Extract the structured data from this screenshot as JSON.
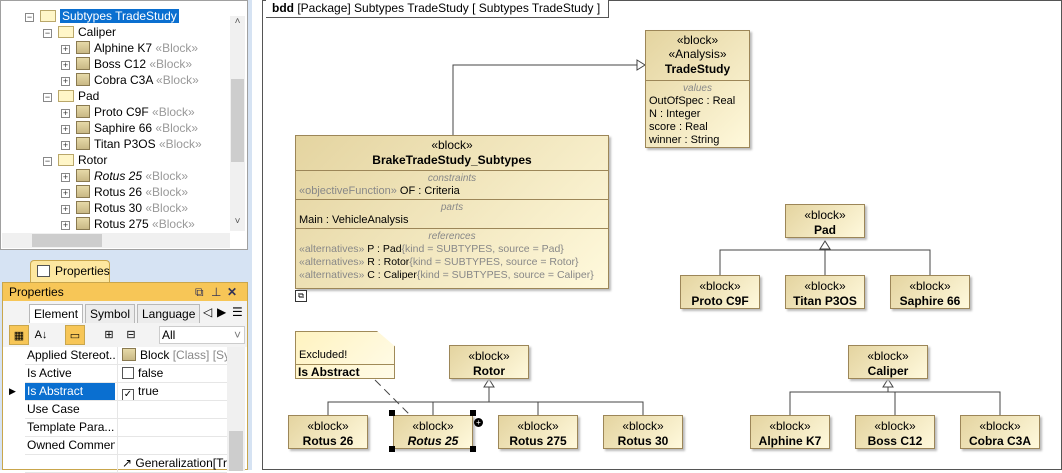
{
  "tree": {
    "root": "Subtypes TradeStudy",
    "groups": [
      {
        "name": "Caliper",
        "items": [
          "Alphine K7",
          "Boss C12",
          "Cobra C3A"
        ]
      },
      {
        "name": "Pad",
        "items": [
          "Proto C9F",
          "Saphire 66",
          "Titan P3OS"
        ]
      },
      {
        "name": "Rotor",
        "items": [
          "Rotus 25",
          "Rotus 26",
          "Rotus 30",
          "Rotus 275"
        ]
      }
    ],
    "stereotype": "«Block»"
  },
  "properties": {
    "tab_label": "Properties",
    "title": "Properties",
    "tabs": [
      "Element",
      "Symbol",
      "Language"
    ],
    "filter": "All",
    "rows": [
      {
        "key": "Applied Stereot...",
        "value": "Block",
        "extra": "[Class] [Sys"
      },
      {
        "key": "Is Active",
        "value": "false"
      },
      {
        "key": "Is Abstract",
        "value": "true"
      },
      {
        "key": "Use Case",
        "value": ""
      },
      {
        "key": "Template Para...",
        "value": ""
      },
      {
        "key": "Owned Comment",
        "value": ""
      },
      {
        "key": "",
        "value": "Generalization[Tra"
      }
    ]
  },
  "diagram": {
    "header": "bdd [Package] Subtypes TradeStudy [ Subtypes TradeStudy ]",
    "block_st": "«block»",
    "tradestudy": {
      "st2": "«Analysis»",
      "name": "TradeStudy",
      "comp": "values",
      "values": [
        "OutOfSpec : Real",
        "N : Integer",
        "score : Real",
        "winner : String"
      ]
    },
    "brake": {
      "name": "BrakeTradeStudy_Subtypes",
      "c1": "constraints",
      "of_st": "«objectiveFunction»",
      "of": " OF : Criteria",
      "c2": "parts",
      "main": "Main : VehicleAnalysis",
      "c3": "references",
      "alt_st": "«alternatives»",
      "refs": [
        {
          "a": " P : Pad",
          "b": "{kind = SUBTYPES, source = Pad}"
        },
        {
          "a": " R : Rotor",
          "b": "{kind = SUBTYPES, source = Rotor}"
        },
        {
          "a": " C : Caliper",
          "b": "{kind = SUBTYPES, source = Caliper}"
        }
      ]
    },
    "note": {
      "line1": "Excluded!",
      "line2": "Is Abstract"
    },
    "pad": "Pad",
    "rotor": "Rotor",
    "caliper": "Caliper",
    "pad_children": [
      "Proto C9F",
      "Titan P3OS",
      "Saphire 66"
    ],
    "rotor_children": [
      "Rotus 26",
      "Rotus 25",
      "Rotus 275",
      "Rotus 30"
    ],
    "caliper_children": [
      "Alphine K7",
      "Boss C12",
      "Cobra C3A"
    ]
  }
}
